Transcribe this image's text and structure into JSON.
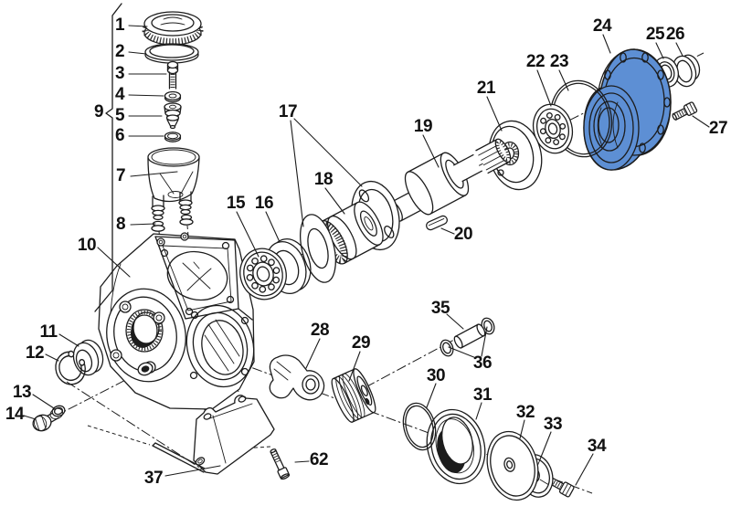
{
  "diagram": {
    "type": "exploded-parts-diagram",
    "subject": "piston pump assembly",
    "background_color": "#ffffff",
    "line_color": "#1c1c1c",
    "highlight_color": "#5d8fd4",
    "highlighted_part_number": "24",
    "part_count": 38
  },
  "part_labels": [
    {
      "number": "1"
    },
    {
      "number": "2"
    },
    {
      "number": "3"
    },
    {
      "number": "4"
    },
    {
      "number": "5"
    },
    {
      "number": "6"
    },
    {
      "number": "7"
    },
    {
      "number": "8"
    },
    {
      "number": "9"
    },
    {
      "number": "10"
    },
    {
      "number": "11"
    },
    {
      "number": "12"
    },
    {
      "number": "13"
    },
    {
      "number": "14"
    },
    {
      "number": "15"
    },
    {
      "number": "16"
    },
    {
      "number": "17"
    },
    {
      "number": "18"
    },
    {
      "number": "19"
    },
    {
      "number": "20"
    },
    {
      "number": "21"
    },
    {
      "number": "22"
    },
    {
      "number": "23"
    },
    {
      "number": "24"
    },
    {
      "number": "25"
    },
    {
      "number": "26"
    },
    {
      "number": "27"
    },
    {
      "number": "28"
    },
    {
      "number": "29"
    },
    {
      "number": "30"
    },
    {
      "number": "31"
    },
    {
      "number": "32"
    },
    {
      "number": "33"
    },
    {
      "number": "34"
    },
    {
      "number": "35"
    },
    {
      "number": "36"
    },
    {
      "number": "37"
    },
    {
      "number": "62"
    }
  ]
}
